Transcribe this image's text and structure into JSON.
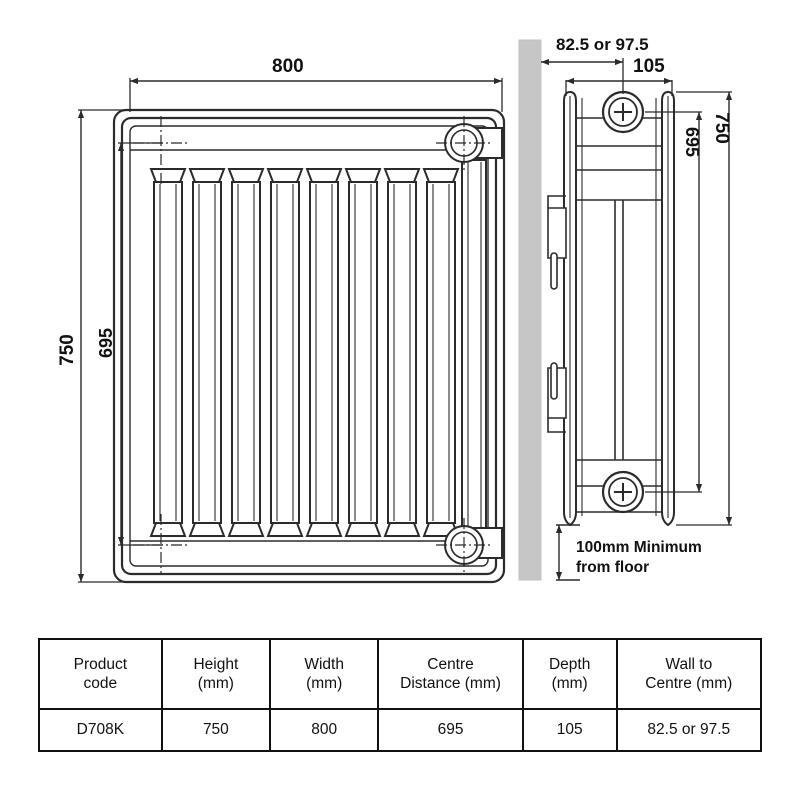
{
  "drawing": {
    "title": "Radiator dimensional drawing",
    "front_view": {
      "width_label": "800",
      "height_label": "750",
      "centre_label": "695",
      "fin_count": 8
    },
    "side_view": {
      "wall_to_centre_label": "82.5 or 97.5",
      "depth_label": "105",
      "height_label": "750",
      "centre_label": "695",
      "floor_note_line1": "100mm Minimum",
      "floor_note_line2": "from floor"
    },
    "colors": {
      "line": "#2b2b2b",
      "wall": "#c6c6c6",
      "text": "#111111",
      "background": "#ffffff"
    }
  },
  "table": {
    "headers": [
      {
        "line1": "Product",
        "line2": "code"
      },
      {
        "line1": "Height",
        "line2": "(mm)"
      },
      {
        "line1": "Width",
        "line2": "(mm)"
      },
      {
        "line1": "Centre",
        "line2": "Distance (mm)"
      },
      {
        "line1": "Depth",
        "line2": "(mm)"
      },
      {
        "line1": "Wall to",
        "line2": "Centre (mm)"
      }
    ],
    "rows": [
      {
        "product_code": "D708K",
        "height_mm": "750",
        "width_mm": "800",
        "centre_distance_mm": "695",
        "depth_mm": "105",
        "wall_to_centre_mm": "82.5 or 97.5"
      }
    ]
  }
}
